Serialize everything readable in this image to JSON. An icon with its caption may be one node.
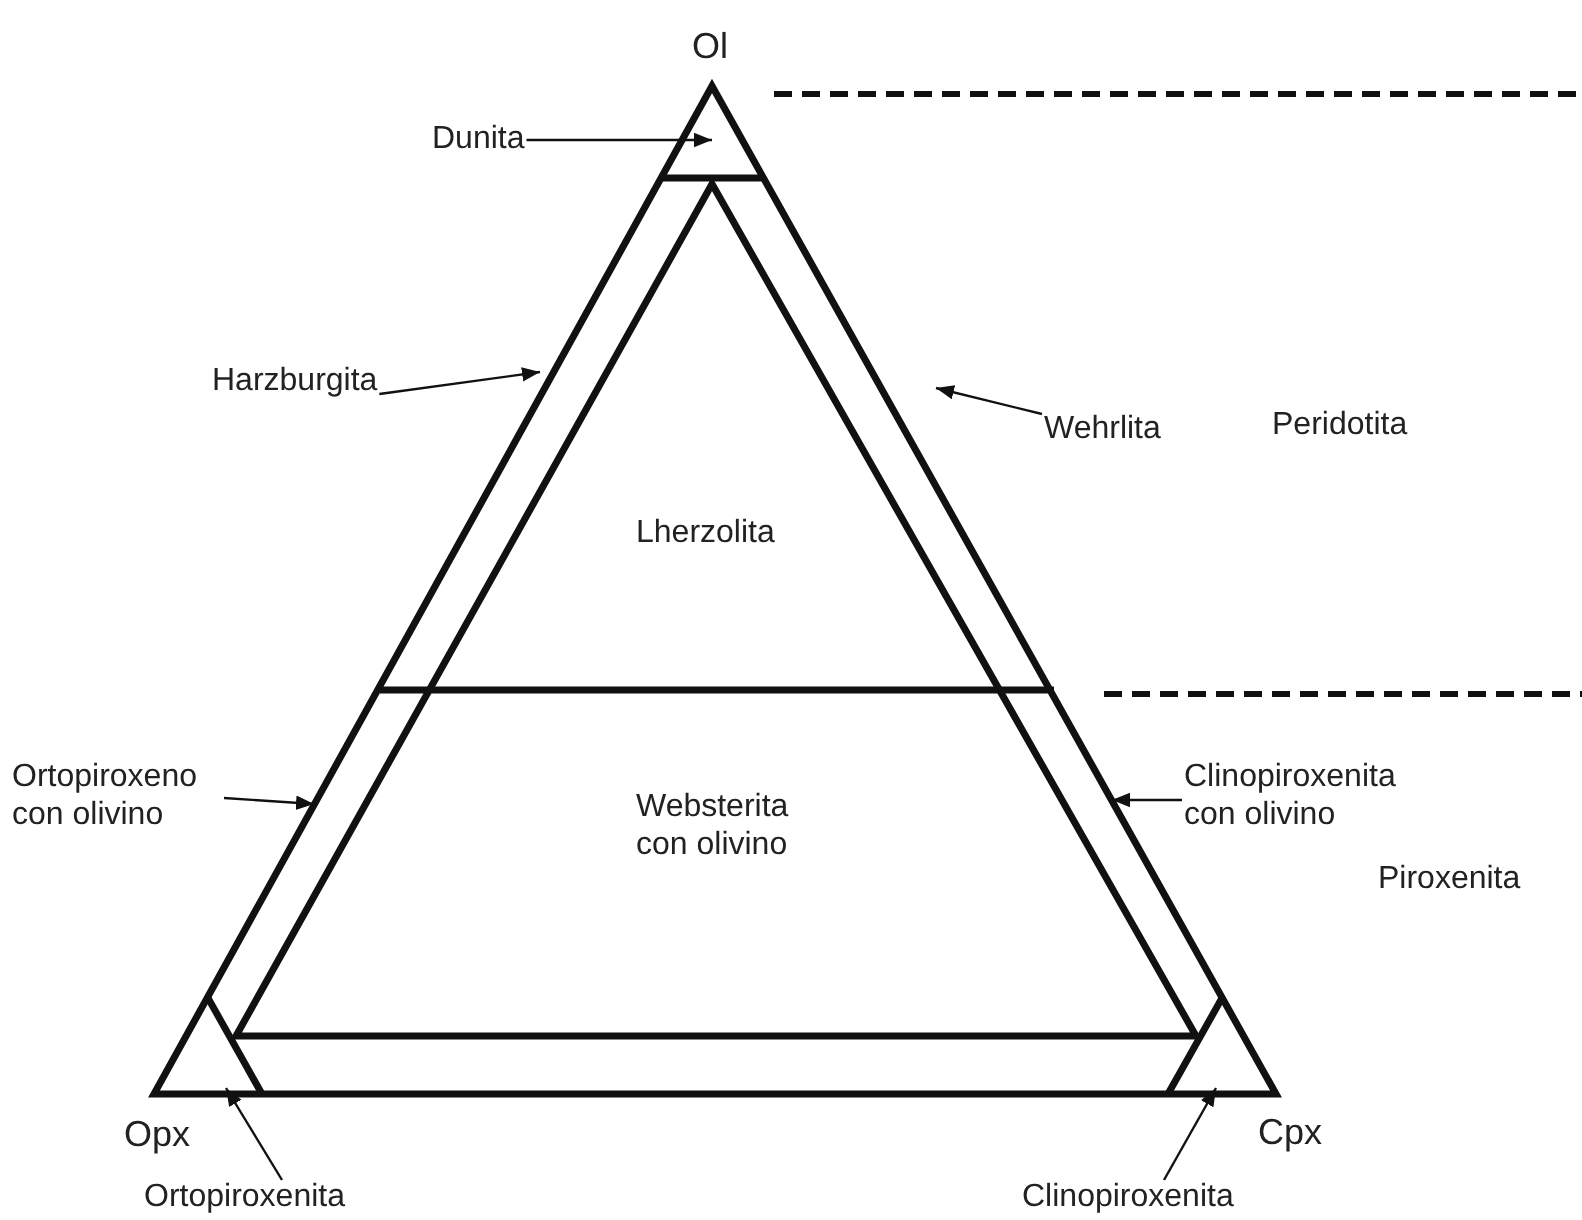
{
  "diagram": {
    "nodes": [
      {
        "text": [
          "Dunita"
        ]
      },
      {
        "text": [
          "Harzburgita"
        ]
      },
      {
        "text": [
          "Wehrlita"
        ]
      },
      {
        "text": [
          "Ortopiroxeno con olivino"
        ]
      },
      {
        "text": [
          "Clinopiroxenita con olivino"
        ]
      },
      {
        "text": [
          "Ortopiroxenita"
        ]
      },
      {
        "text": [
          "Clinopiroxenita"
        ]
      }
    ],
    "edges": [
      {
        "from": 0,
        "to": null,
        "arrow": "to"
      },
      {
        "from": 1,
        "to": null,
        "arrow": "to"
      },
      {
        "from": 2,
        "to": null,
        "arrow": "to"
      },
      {
        "from": 3,
        "to": null,
        "arrow": "to"
      },
      {
        "from": 4,
        "to": null,
        "arrow": "to"
      },
      {
        "from": 5,
        "to": null,
        "arrow": "to"
      },
      {
        "from": 6,
        "to": null,
        "arrow": "to"
      }
    ],
    "labels": [
      "Ol",
      "Peridotita",
      "Lherzolita",
      "Websterita con olivino",
      "Piroxenita",
      "Opx",
      "Cpx"
    ]
  }
}
